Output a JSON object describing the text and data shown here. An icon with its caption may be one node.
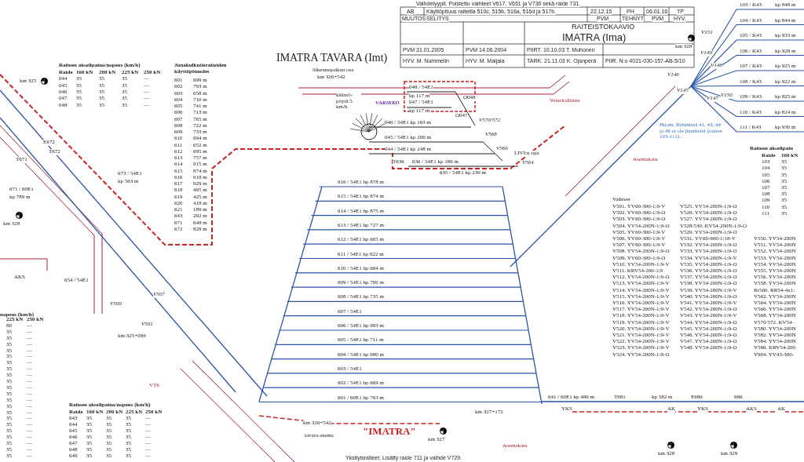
{
  "diagram": {
    "labels": [
      "Vaihdetyypit. Poistettu vaihteet V617, V651 ja V730 sekä raide 731.",
      "AB",
      "Käyttöpituus raiteilla 510c, 515b, 516a, 516d ja 517b.",
      "22.12.15",
      "PH",
      "06.01.16",
      "TP",
      "MUUTOS",
      "SELITYS",
      "PVM",
      "TEHNYT",
      "PVM",
      "HYV.",
      "RAITEISTOKAAVIO",
      "IMATRA (Ima)",
      "PVM 31.01.2005",
      "PVM 14.06.2004",
      "PIIRT. 10.10.03 T. Muhonen",
      "HYV. M. Nummelin",
      "HYV. M. Maijala",
      "TARK. 21.11.03 K. Ojanperä",
      "PIIR. N:o 4021-030-157-AB-5/10",
      "Raiteen akselipaino/nopeus (km/h)",
      "Raide",
      "160 kN",
      "200 kN",
      "225 kN",
      "250 kN",
      "044",
      "35",
      "35",
      "35",
      "—",
      "045",
      "35",
      "35",
      "35",
      "—",
      "046",
      "35",
      "35",
      "35",
      "—",
      "047",
      "35",
      "35",
      "35",
      "—",
      "048",
      "35",
      "35",
      "35",
      "—",
      "Junakulkutieraiteiden käyttöpituudet",
      "601",
      "699 m",
      "602",
      "793 m",
      "603",
      "658 m",
      "604",
      "710 m",
      "605",
      "741 m",
      "606",
      "713 m",
      "607",
      "765 m",
      "608",
      "722 m",
      "609",
      "733 m",
      "610",
      "694 m",
      "611",
      "652 m",
      "612",
      "695 m",
      "613",
      "757 m",
      "614",
      "915 m",
      "615",
      "874 m",
      "616",
      "918 m",
      "617",
      "929 m",
      "618",
      "495 m",
      "619",
      "425 m",
      "620",
      "418 m",
      "621",
      "189 m",
      "643",
      "292 m",
      "671",
      "648 m",
      "672",
      "829 m",
      "nopeus (km/h)",
      "225 kN",
      "250 kN",
      "80",
      "—",
      "35",
      "—",
      "35",
      "—",
      "35",
      "—",
      "35",
      "—",
      "35",
      "—",
      "35",
      "—",
      "35",
      "—",
      "35",
      "—",
      "35",
      "—",
      "35",
      "—",
      "35",
      "—",
      "35",
      "—",
      "35",
      "—",
      "35",
      "—",
      "35",
      "—",
      "35",
      "—",
      "35",
      "—",
      "35",
      "—",
      "35",
      "—",
      "35",
      "—",
      "35",
      "—",
      "Raiteen akselipaino/nopeus (km/h)",
      "Raide",
      "160 kN",
      "200 kN",
      "225 kN",
      "250 kN",
      "643",
      "35",
      "35",
      "35",
      "—",
      "644",
      "35",
      "35",
      "35",
      "—",
      "645",
      "35",
      "35",
      "35",
      "—",
      "646",
      "35",
      "35",
      "35",
      "—",
      "647",
      "35",
      "35",
      "35",
      "—",
      "648",
      "35",
      "35",
      "35",
      "—",
      "649",
      "35",
      "35",
      "35",
      "—",
      "Raiteen akselipain",
      "Raide",
      "160 kN",
      "103",
      "35",
      "104",
      "35",
      "105",
      "35",
      "106",
      "35",
      "107",
      "35",
      "108",
      "35",
      "109",
      "35",
      "110",
      "35",
      "111",
      "35",
      "Vaihteet",
      "V501. YV60-300-1:9-V",
      "V502. YV60-300-1:9-O",
      "V503. YV60-300-1:9-O",
      "V504. YV54-200N-1:9-O",
      "V505. YV60-300-1:9-V",
      "V506. YV60-300-1:9-V",
      "V507. YV60-300-1:9-V",
      "V508. YV54-200N-1:9-O",
      "V509. YV60-300-1:9-O",
      "V510. YV54-200N-1:9-V",
      "V511. KRV54-200-1:9",
      "V512. YV54-200N-1:9-O",
      "V513. YV54-200N-1:9-V",
      "V514. YV54-200N-1:9-V",
      "V515. YV54-200N-1:9-V",
      "V516. YV54-200N-1:9-V",
      "V517. YV54-200N-1:9-V",
      "V518. YV54-200N-1:9-V",
      "V519. YV54-200N-1:9-V",
      "V520. YV54-200N-1:9-V",
      "V521. YV54-200N-1:9-V",
      "V522. YV54-200N-1:9-V",
      "V523. YV54-200N-1:9-V",
      "V524. YV54-200N-1:9-O",
      "V525. YV54-200N-1:9-O",
      "V526. YV54-200N-1:9-O",
      "V527. YV54-200N-1:9-O",
      "V528/530. KV54-200N-1:9-O",
      "V529. YV54-200N-1:9-O",
      "V531. YV60-900-1:18-V",
      "V532. YV54-200N-1:9-O",
      "V533. YV54-200N-1:9-O",
      "V534. YV54-200N-1:9-V",
      "V535. YV54-200N-1:9-O",
      "V536. YV54-200N-1:9-O",
      "V537. YV54-200N-1:9-O",
      "V538. YV54-200N-1:9-O",
      "V539. YV54-200N-1:9-V",
      "V540. YV54-200N-1:9-O",
      "V541. YV54-200N-1:9-V",
      "V542. YV54-200N-1:9-O",
      "V543. YV54-200N-1:9-V",
      "V544. YV54-200N-1:9-O",
      "V545. YV54-200N-1:9-O",
      "V546. YV54-200N-1:9-O",
      "V547. YV54-200N-1:9-O",
      "V548. YV54-200N-1:9-O",
      "V550. YV54-200N",
      "V551. YV54-200N",
      "V552. YV54-200N",
      "V553. YV54-200N",
      "V554. YV54-200N",
      "V555. YV54-200N",
      "V556. YV54-200N",
      "V558. YV54-200N",
      "Rr560. RR54-4x1:",
      "V562. YV54-200N",
      "V564. YV54-200N",
      "V566. YV54-200N",
      "V568. YV54-200N",
      "V570/572. KV54-",
      "V580. YV54-200N",
      "V582. YV54-200N",
      "V584. YV54-200N",
      "V586. KRV54-200",
      "V904. YV43-300-",
      "616 / 54E1 hp 878 m",
      "615 / 54E1 hp 874 m",
      "614 / 54E1 hp 875 m",
      "613 / 54E1 hp 727 m",
      "612 / 54E1 hp 665 m",
      "611 / 54E1 hp 622 m",
      "610 / 54E1 hp 664 m",
      "609 / 54E1 hp 700 m",
      "608 / 54E1 hp 735 m",
      "607 / 54E1",
      "606 / 54E1 hp 683 m",
      "605 / 54E1 hp 711 m",
      "604 / 54E1 hp 680 m",
      "603 / 54E1",
      "602 / 54E1 hp 669 m",
      "601 / 60E1 hp 763 m",
      "103 / K43",
      "kp 848 m",
      "104 / K43",
      "kp 844 m",
      "105 / K43",
      "kp 933 m",
      "106 / K43",
      "kp 928 m",
      "107 / K43",
      "kp 925 m",
      "108 / K43",
      "kp 922 m",
      "109 / K43",
      "kp 825 m",
      "110 / K43",
      "kp 824 m",
      "111 / K43",
      "kp 930 m",
      "Huom. Ryhmissä 41, 43, 44 ja 46 ei ole jännitettä (raiteet 103-111).",
      "V151",
      "V149",
      "V148",
      "V146",
      "V145",
      "V147",
      "V150",
      "km 328",
      "km 325",
      "E672",
      "T672",
      "T671",
      "673 / 54E1",
      "kp 563 m",
      "671 / 60E1",
      "kp 789 m",
      "km 328",
      "AKS",
      "654 / 54E1",
      "V509",
      "V507",
      "V501",
      "km 325+099",
      "VT6",
      "IMATRA TAVARA (Imt)",
      "liikennepaikan osa",
      "km 326+542",
      "kääntö-pöytä 5 km/h",
      "VARIKKO",
      "048 / 54E1",
      "kp 117 m",
      "047 / 54E1",
      "kp 117 m",
      "O048",
      "O047",
      "046 / 54E1 kp 163 m",
      "045 / 54E1 kp 206 m",
      "044 / 54E1 kp 248 m",
      "V570/572",
      "V568",
      "V566",
      "V564",
      "LIVI:n raja",
      "T636",
      "636 / 54E1 kp 186 m",
      "635 / 54E1 kp 239 m",
      "Veturitallintie",
      "Asemakatu",
      "Asemakatu",
      "\"IMATRA\"",
      "km 326+542",
      "tavara-asema",
      "km 327",
      "km 327+172",
      "641 / 60E1 kp 486 m",
      "T681",
      "kp 582 m",
      "E686",
      "686",
      "YKS",
      "AK",
      "YKS",
      "AKS",
      "AK",
      "km 328",
      "km 329",
      "Yksityisraiteet. Lisätty raide 711 ja vaihde V729."
    ]
  }
}
